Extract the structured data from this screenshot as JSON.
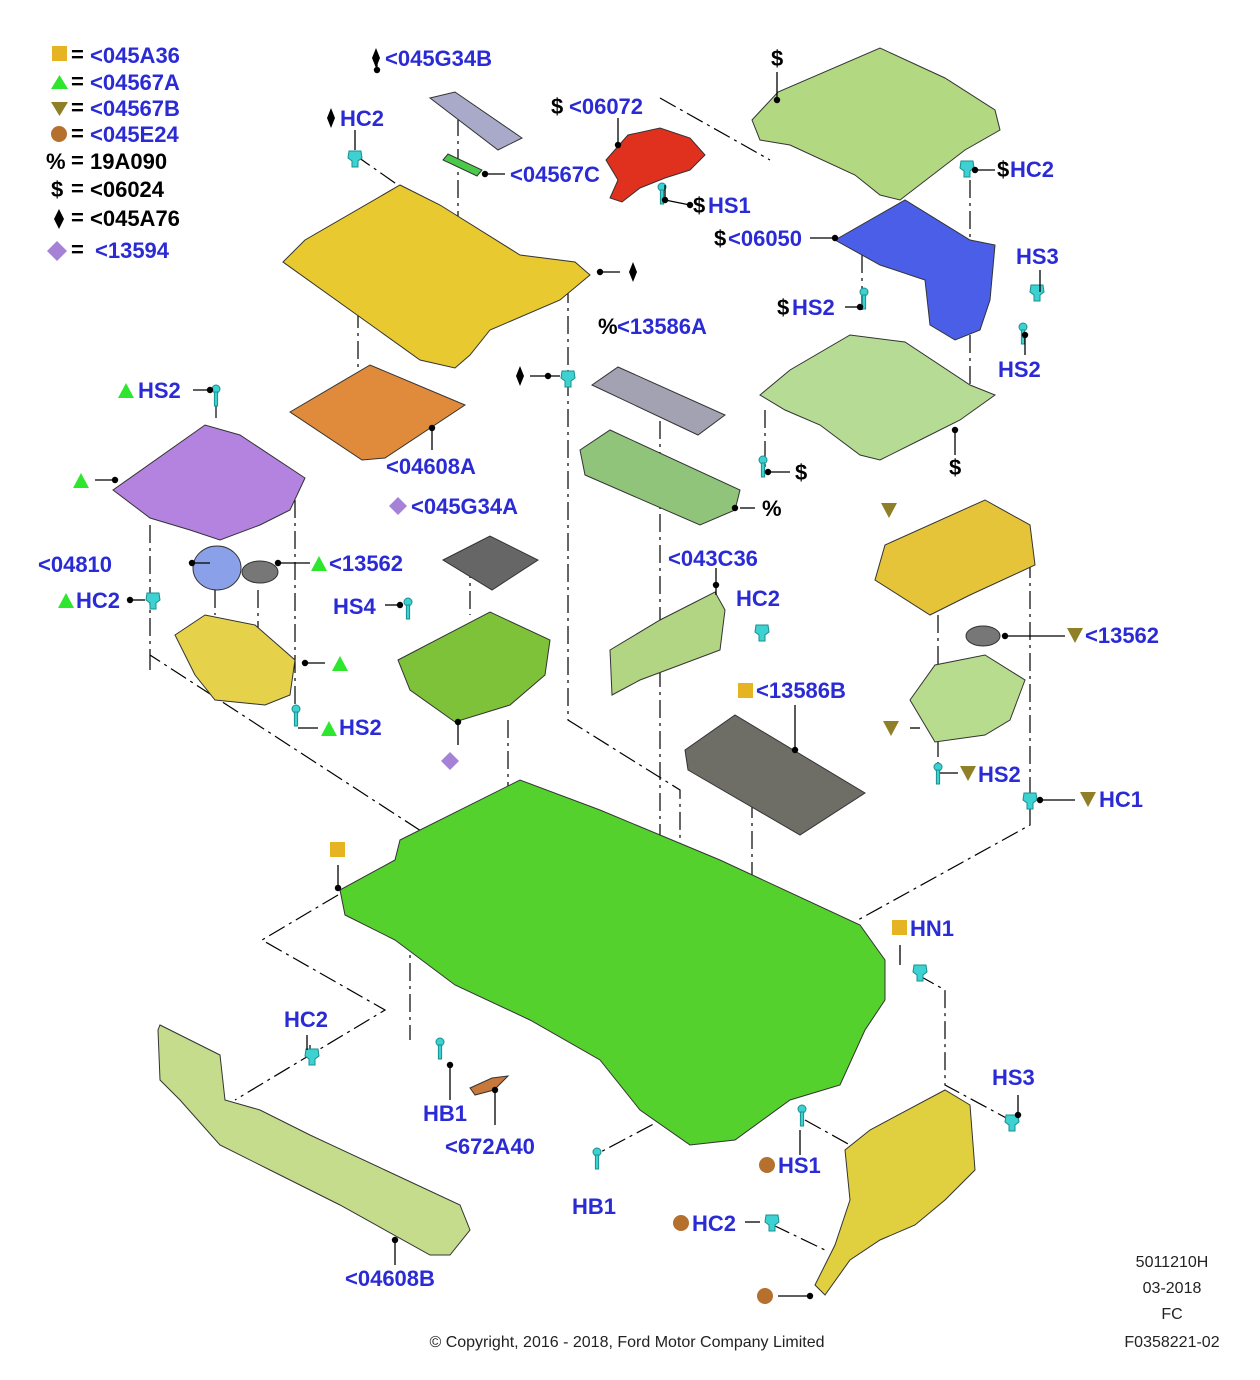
{
  "colors": {
    "label_blue": "#2b2bd6",
    "sym_yellow": "#e6b422",
    "sym_green": "#2ee62e",
    "sym_olive": "#8f8028",
    "sym_brown": "#b5702d",
    "sym_violet": "#a682d6",
    "console_green": "#55d12e",
    "clip_cyan": "#3ed1d1"
  },
  "legend": [
    {
      "symbol": "yellow-square-icon",
      "eq": "=",
      "code": "<045A36"
    },
    {
      "symbol": "green-triangle-icon",
      "eq": "=",
      "code": "<04567A"
    },
    {
      "symbol": "olive-triangle-down-icon",
      "eq": "=",
      "code": "<04567B"
    },
    {
      "symbol": "brown-circle-icon",
      "eq": "=",
      "code": "<045E24"
    },
    {
      "symbol": "%",
      "eq": "=",
      "code": "19A090"
    },
    {
      "symbol": "$",
      "eq": "=",
      "code": "<06024"
    },
    {
      "symbol": "black-diamond-icon",
      "eq": "=",
      "code": "<045A76"
    },
    {
      "symbol": "violet-diamond-icon",
      "eq": "=",
      "code": "<13594"
    }
  ],
  "callouts": {
    "c045G34B": "<045G34B",
    "hc2_top": "HC2",
    "c06072_pre": "$",
    "c06072": "<06072",
    "c04567C": "<04567C",
    "hs1_top_pre": "$",
    "hs1_top": "HS1",
    "dollar_top": "$",
    "hc2_r_pre": "$",
    "hc2_r": "HC2",
    "c06050_pre": "$",
    "c06050": "<06050",
    "hs3_top": "HS3",
    "hs2_mid_pre": "$",
    "hs2_mid": "HS2",
    "hs2_r": "HS2",
    "c13586A_pre": "%",
    "c13586A": "<13586A",
    "dollar_r": "$",
    "dollar_r2": "$",
    "percent_r": "%",
    "c04608A": "<04608A",
    "hs2_l": "HS2",
    "c045G34A": "<045G34A",
    "c04810": "<04810",
    "c13562_l": "<13562",
    "hc2_l": "HC2",
    "hs4": "HS4",
    "c043C36": "<043C36",
    "hc2_c": "HC2",
    "c13562_r": "<13562",
    "c13586B": "<13586B",
    "hs2_l2": "HS2",
    "hs2_r2": "HS2",
    "hc1": "HC1",
    "hn1": "HN1",
    "hc2_b": "HC2",
    "hs3_b": "HS3",
    "hb1_l": "HB1",
    "c672A40": "<672A40",
    "hs1_b": "HS1",
    "hb1_b": "HB1",
    "hc2_b2": "HC2",
    "c04608B": "<04608B"
  },
  "footer": {
    "code1": "5011210H",
    "date": "03-2018",
    "fc": "FC",
    "id": "F0358221-02",
    "copyright": "© Copyright, 2016 - 2018, Ford Motor Company Limited"
  }
}
